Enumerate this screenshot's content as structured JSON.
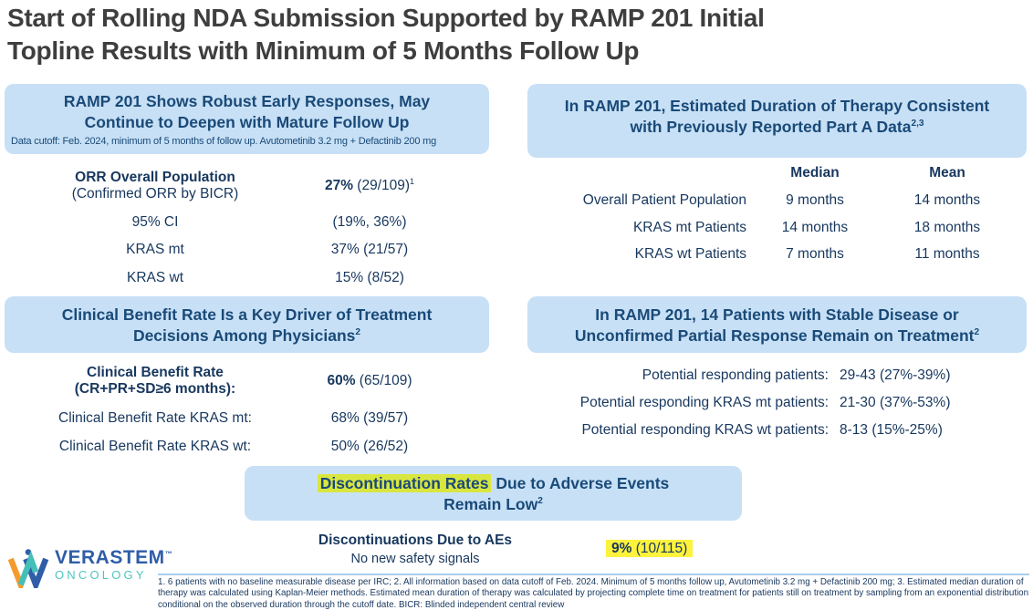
{
  "title": {
    "line1": "Start of Rolling NDA Submission Supported by RAMP 201 Initial",
    "line2": "Topline Results with Minimum of 5 Months Follow Up"
  },
  "colors": {
    "panel_blue": "#c7e0f6",
    "heading_navy": "#1a4a78",
    "body_navy": "#17375e",
    "title_gray": "#3e3e3e",
    "highlight_yellow": "#fdf23c",
    "highlight_yellow_on_blue": "#d9e63f",
    "brand_blue": "#2f5da8",
    "brand_teal": "#4ec7bf",
    "brand_orange": "#f59b2d"
  },
  "panels": {
    "orr": {
      "heading_line1": "RAMP 201 Shows Robust Early Responses, May",
      "heading_line2": "Continue to Deepen with Mature Follow Up",
      "subnote": "Data cutoff: Feb. 2024, minimum of 5 months of follow up.  Avutometinib 3.2 mg + Defactinib 200 mg",
      "rows": [
        {
          "label_line1": "ORR Overall Population",
          "label_line2": "(Confirmed ORR by BICR)",
          "value_bold": "27%",
          "value_rest": " (29/109)",
          "value_sup": "1"
        },
        {
          "label": "95% CI",
          "value": "(19%, 36%)"
        },
        {
          "label": "KRAS mt",
          "value": "37% (21/57)"
        },
        {
          "label": "KRAS wt",
          "value": "15% (8/52)"
        }
      ]
    },
    "duration": {
      "heading_line1": "In RAMP 201, Estimated Duration of Therapy Consistent",
      "heading_line2": "with Previously Reported Part A Data",
      "heading_sup": "2,3",
      "col_headers": {
        "median": "Median",
        "mean": "Mean"
      },
      "rows": [
        {
          "label": "Overall Patient Population",
          "median": "9 months",
          "mean": "14 months"
        },
        {
          "label": "KRAS mt Patients",
          "median": "14 months",
          "mean": "18 months"
        },
        {
          "label": "KRAS wt Patients",
          "median": "7 months",
          "mean": "11 months"
        }
      ]
    },
    "cbr": {
      "heading_line1": "Clinical Benefit Rate Is a Key Driver of Treatment",
      "heading_line2": "Decisions Among Physicians",
      "heading_sup": "2",
      "rows": [
        {
          "label_line1": "Clinical Benefit Rate",
          "label_line2": "(CR+PR+SD≥6 months):",
          "value_bold": "60%",
          "value_rest": " (65/109)"
        },
        {
          "label": "Clinical Benefit Rate KRAS mt:",
          "value": "68% (39/57)"
        },
        {
          "label": "Clinical Benefit Rate KRAS wt:",
          "value": "50% (26/52)"
        }
      ]
    },
    "remain": {
      "heading_line1": "In RAMP 201, 14 Patients with Stable Disease or",
      "heading_line2": "Unconfirmed Partial Response Remain on Treatment",
      "heading_sup": "2",
      "rows": [
        {
          "label": "Potential responding patients:",
          "value": "29-43 (27%-39%)"
        },
        {
          "label": "Potential responding KRAS mt patients:",
          "value": "21-30 (37%-53%)"
        },
        {
          "label": "Potential responding KRAS wt patients:",
          "value": "8-13 (15%-25%)"
        }
      ]
    },
    "discontinuation": {
      "heading_highlight": "Discontinuation Rates",
      "heading_rest": " Due to Adverse Events",
      "heading_line2": "Remain Low",
      "heading_sup": "2",
      "label_bold": "Discontinuations Due to AEs",
      "label_sub": "No new safety signals",
      "value_bold": "9%",
      "value_rest": " (10/115)"
    }
  },
  "logo": {
    "brand": "VERASTEM",
    "trademark": "™",
    "division": "ONCOLOGY"
  },
  "footnotes": {
    "text": "1. 6 patients with no baseline measurable disease per IRC; 2. All information based on data cutoff of Feb. 2024. Minimum of 5 months follow up, Avutometinib 3.2 mg + Defactinib 200 mg; 3. Estimated median duration of therapy was calculated using Kaplan-Meier methods.  Estimated mean duration of therapy was calculated by projecting complete time on treatment for patients still on treatment by sampling from an exponential distribution conditional on the observed duration through the cutoff date.  BICR: Blinded independent central review"
  }
}
